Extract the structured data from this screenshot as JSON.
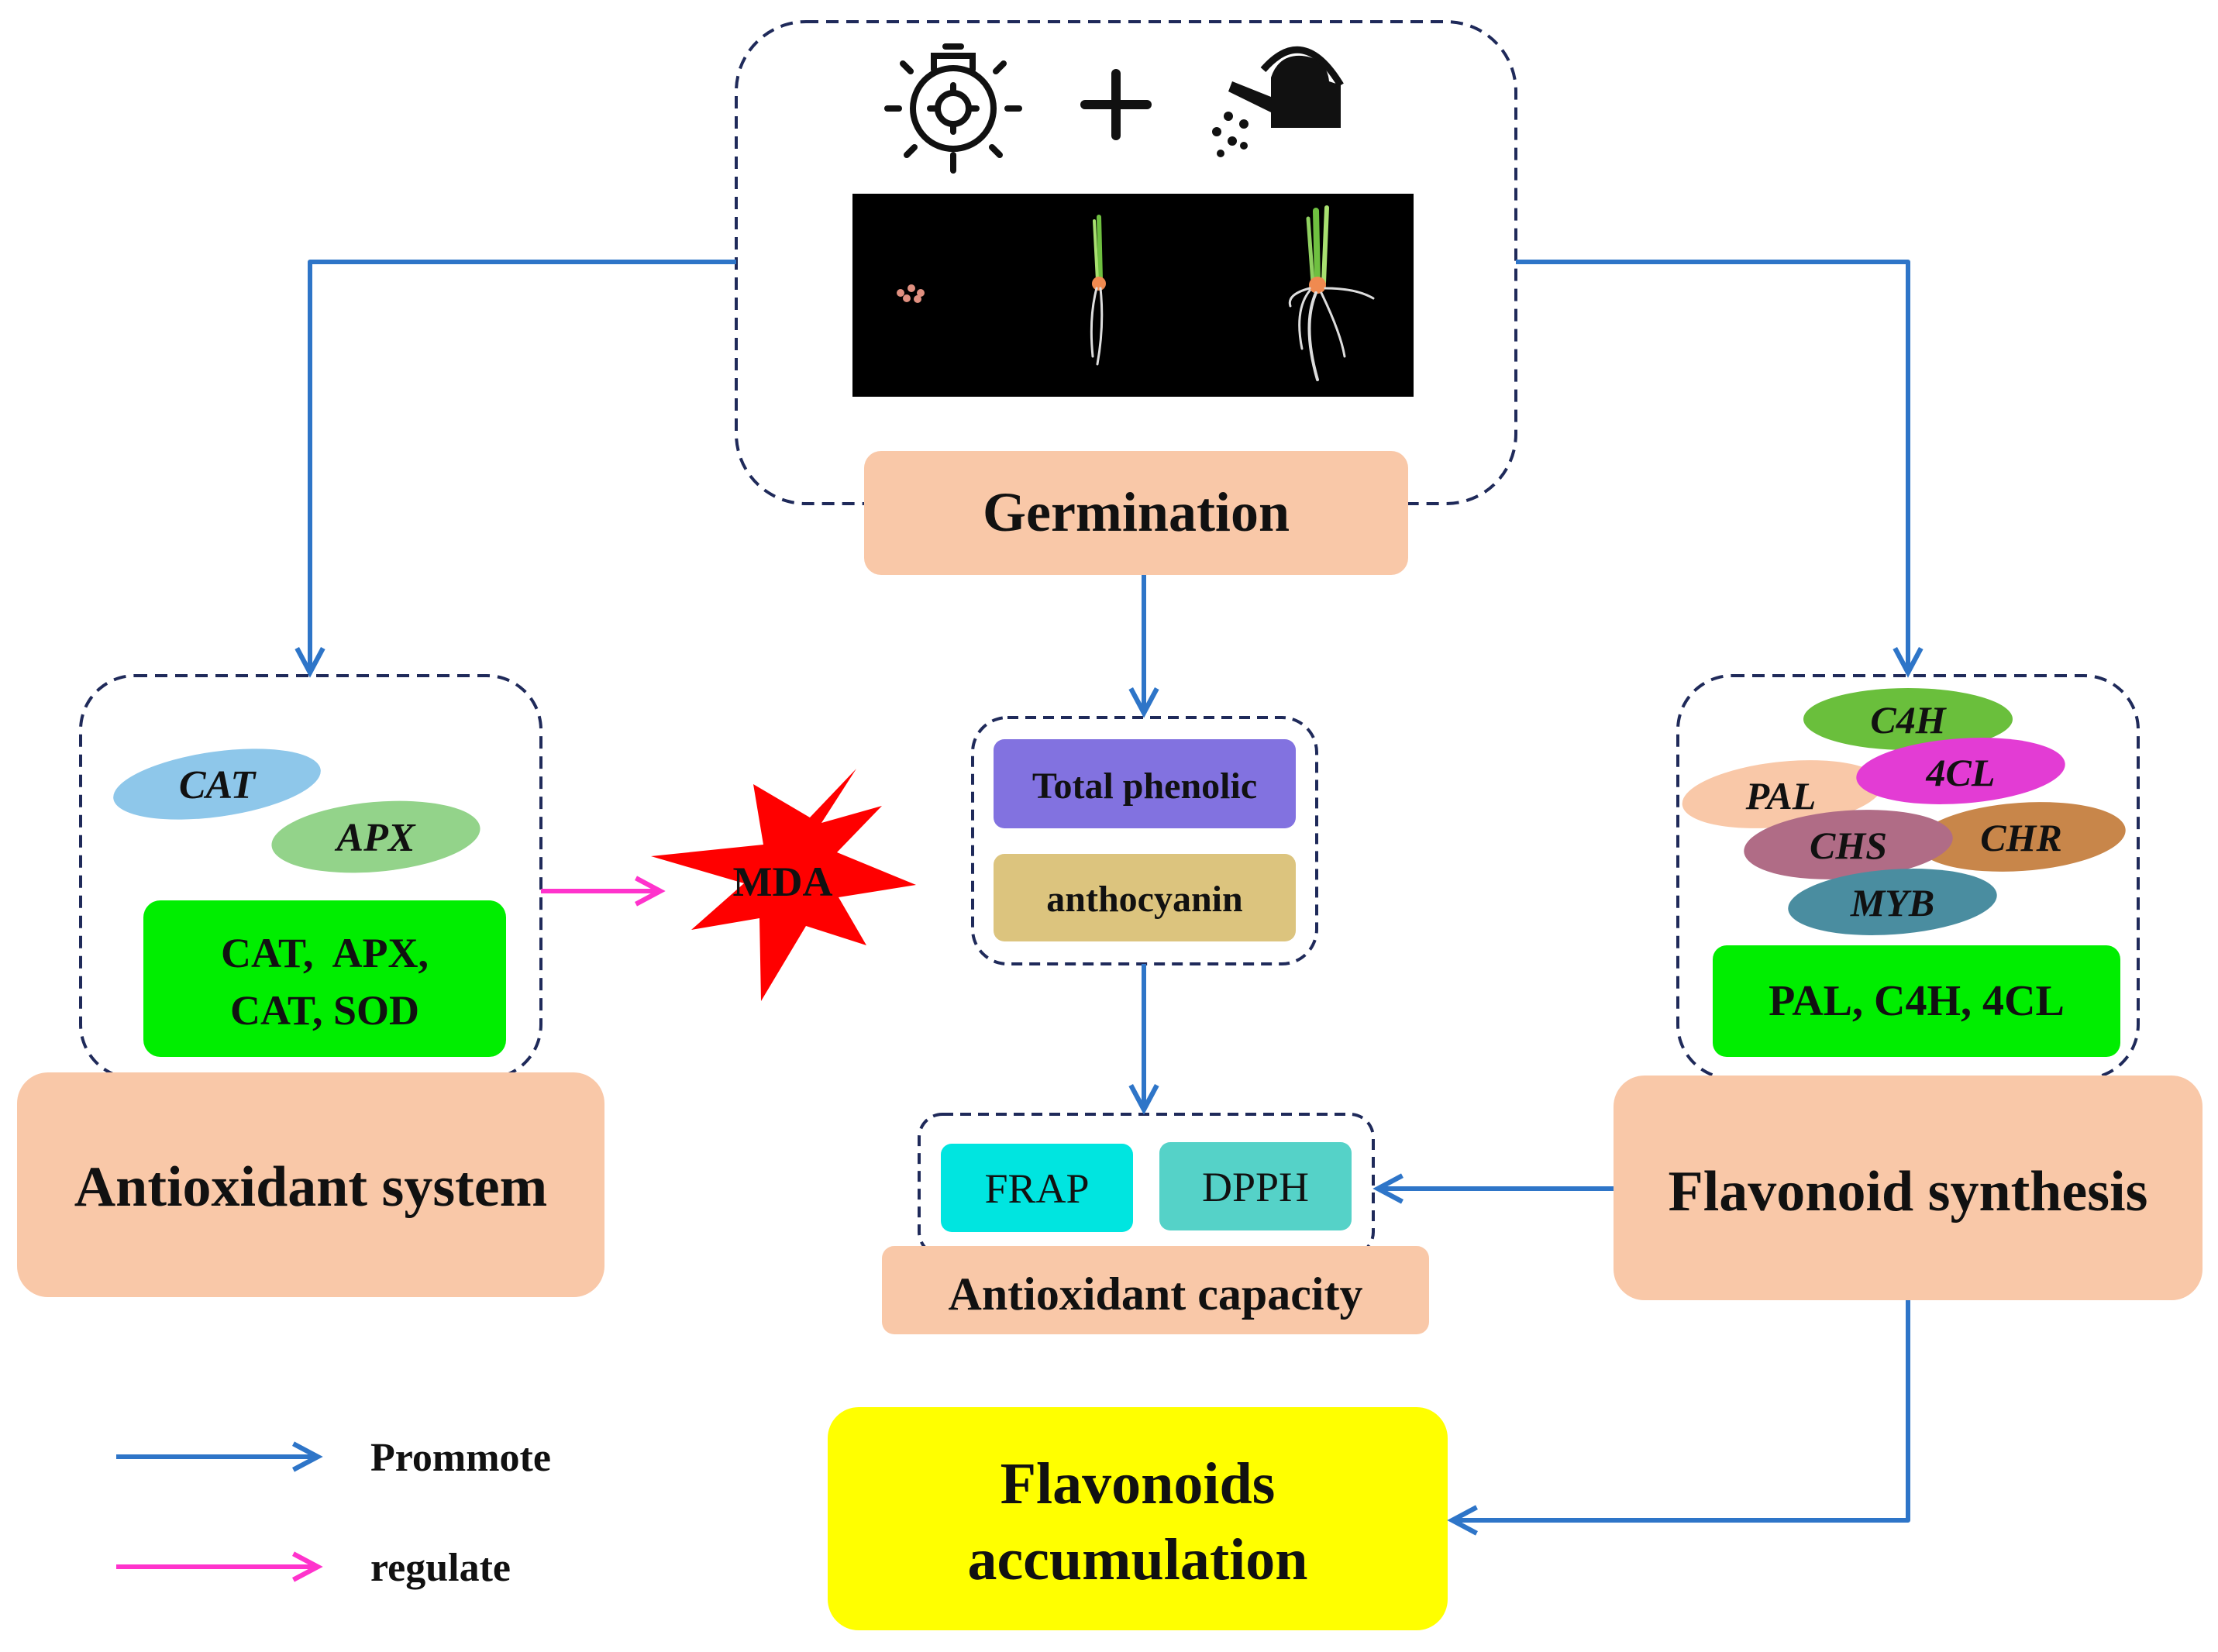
{
  "germination": {
    "label": "Germination"
  },
  "antioxidant_system": {
    "label": "Antioxidant system",
    "genes": [
      "CAT",
      "APX"
    ],
    "enzymes_line1": "CAT,  APX,",
    "enzymes_line2": "CAT, SOD"
  },
  "mda": {
    "label": "MDA"
  },
  "phenolics": {
    "total_phenolic": "Total phenolic",
    "anthocyanin": "anthocyanin"
  },
  "antioxidant_capacity": {
    "label": "Antioxidant capacity",
    "frap": "FRAP",
    "dpph": "DPPH"
  },
  "flavonoid_synthesis": {
    "label": "Flavonoid synthesis",
    "genes": [
      "C4H",
      "4CL",
      "PAL",
      "CHS",
      "CHR",
      "MYB"
    ],
    "enzymes": "PAL, C4H, 4CL"
  },
  "flavonoids_accumulation": {
    "line1": "Flavonoids",
    "line2": "accumulation"
  },
  "legend": {
    "promote": "Prommote",
    "regulate": "regulate"
  },
  "colors": {
    "blue_arrow": "#2e75c8",
    "pink_arrow": "#ff33cc",
    "peach": "#f9c8a8",
    "green": "#00ee00",
    "yellow": "#ffff00",
    "dash": "#1f2a5a",
    "mda_star": "#ff0000"
  }
}
